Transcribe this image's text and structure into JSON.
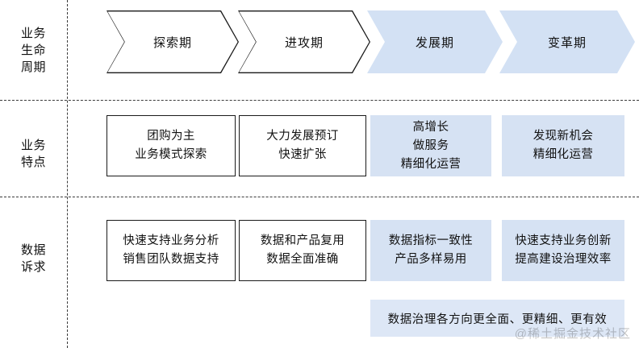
{
  "diagram": {
    "rows": [
      {
        "label": "业务\n生命\n周期",
        "label_name": "row-label-lifecycle",
        "stages": [
          {
            "text": "探索期",
            "style": "outline"
          },
          {
            "text": "进攻期",
            "style": "outline"
          },
          {
            "text": "发展期",
            "style": "filled"
          },
          {
            "text": "变革期",
            "style": "filled"
          }
        ]
      },
      {
        "label": "业务\n特点",
        "label_name": "row-label-characteristics",
        "cells": [
          {
            "text": "团购为主\n业务模式探索",
            "style": "outline"
          },
          {
            "text": "大力发展预订\n快速扩张",
            "style": "outline"
          },
          {
            "text": "高增长\n做服务\n精细化运营",
            "style": "filled"
          },
          {
            "text": "发现新机会\n精细化运营",
            "style": "filled"
          }
        ]
      },
      {
        "label": "数据\n诉求",
        "label_name": "row-label-data-demands",
        "cells": [
          {
            "text": "快速支持业务分析\n销售团队数据支持",
            "style": "outline"
          },
          {
            "text": "数据和产品复用\n数据全面准确",
            "style": "outline"
          },
          {
            "text": "数据指标一致性\n产品多样易用",
            "style": "filled"
          },
          {
            "text": "快速支持业务创新\n提高建设治理效率",
            "style": "filled"
          }
        ]
      }
    ],
    "summary_bar": {
      "text": "数据治理各方向更全面、更精细、更有效"
    },
    "watermark": {
      "text": "@稀土掘金技术社区"
    },
    "colors": {
      "fill_blue": "#d3e1f4",
      "fill_blue_box": "#d6e2f3",
      "fill_blue_bar": "#dde7f6",
      "outline": "#1a1a1a",
      "text": "#111111",
      "divider": "#3a3a3a",
      "background": "#ffffff"
    }
  }
}
